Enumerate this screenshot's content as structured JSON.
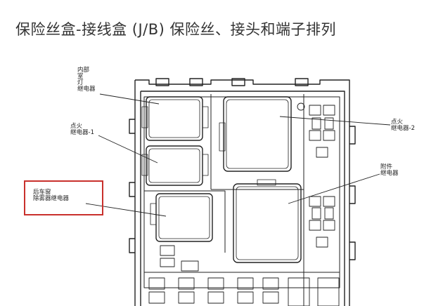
{
  "page": {
    "title": "保险丝盒-接线盒 (J/B) 保险丝、接头和端子排列"
  },
  "labels": {
    "interior_lamp_relay": [
      "内部",
      "室",
      "灯",
      "继电器"
    ],
    "ignition_relay_1": [
      "点火",
      "继电器-1"
    ],
    "ignition_relay_2": [
      "点火",
      "继电器-2"
    ],
    "accessory_relay": [
      "附件",
      "继电器"
    ],
    "rear_defogger_relay": [
      "后车窗",
      "除雾器继电器"
    ]
  },
  "colors": {
    "highlight": "#c9302c",
    "line": "#222222"
  }
}
